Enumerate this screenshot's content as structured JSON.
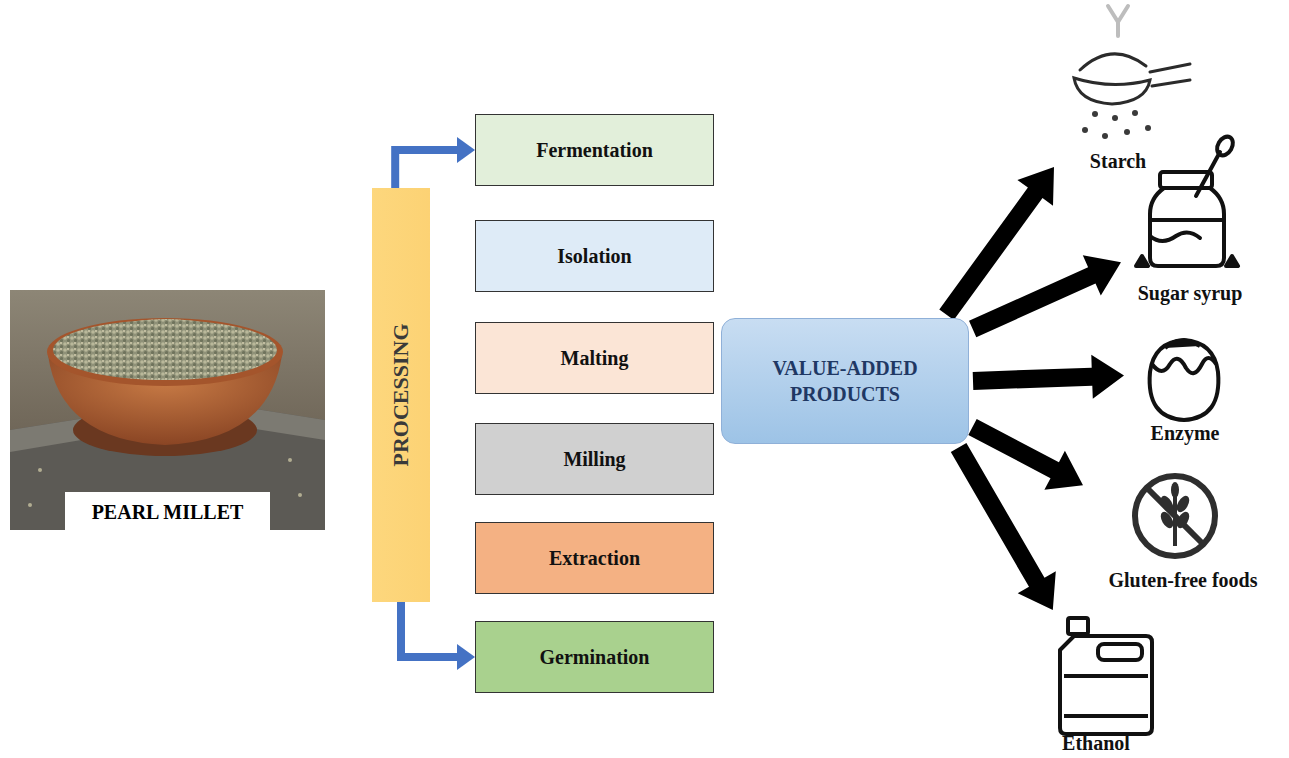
{
  "diagram": {
    "nodes": [
      {
        "text": [
          "PEARL MILLET"
        ]
      },
      {
        "text": [
          "PROCESSING"
        ]
      },
      {
        "text": [
          "Fermentation"
        ]
      },
      {
        "text": [
          "Isolation"
        ]
      },
      {
        "text": [
          "Malting"
        ]
      },
      {
        "text": [
          "Milling"
        ]
      },
      {
        "text": [
          "Extraction"
        ]
      },
      {
        "text": [
          "Germination"
        ]
      },
      {
        "text": [
          "VALUE-ADDED PRODUCTS"
        ]
      },
      {
        "text": [
          "Starch"
        ]
      },
      {
        "text": [
          "Sugar syrup"
        ]
      },
      {
        "text": [
          "Enzyme"
        ]
      },
      {
        "text": [
          "Gluten-free foods"
        ]
      },
      {
        "text": [
          "Ethanol"
        ]
      }
    ],
    "edges": [
      {
        "from": 1,
        "to": 2,
        "arrow": "to"
      },
      {
        "from": 1,
        "to": 7,
        "arrow": "to"
      },
      {
        "from": 8,
        "to": 9,
        "arrow": "to"
      },
      {
        "from": 8,
        "to": 10,
        "arrow": "to"
      },
      {
        "from": 8,
        "to": 11,
        "arrow": "to"
      },
      {
        "from": 8,
        "to": 12,
        "arrow": "to"
      },
      {
        "from": 8,
        "to": 13,
        "arrow": "to"
      }
    ]
  }
}
